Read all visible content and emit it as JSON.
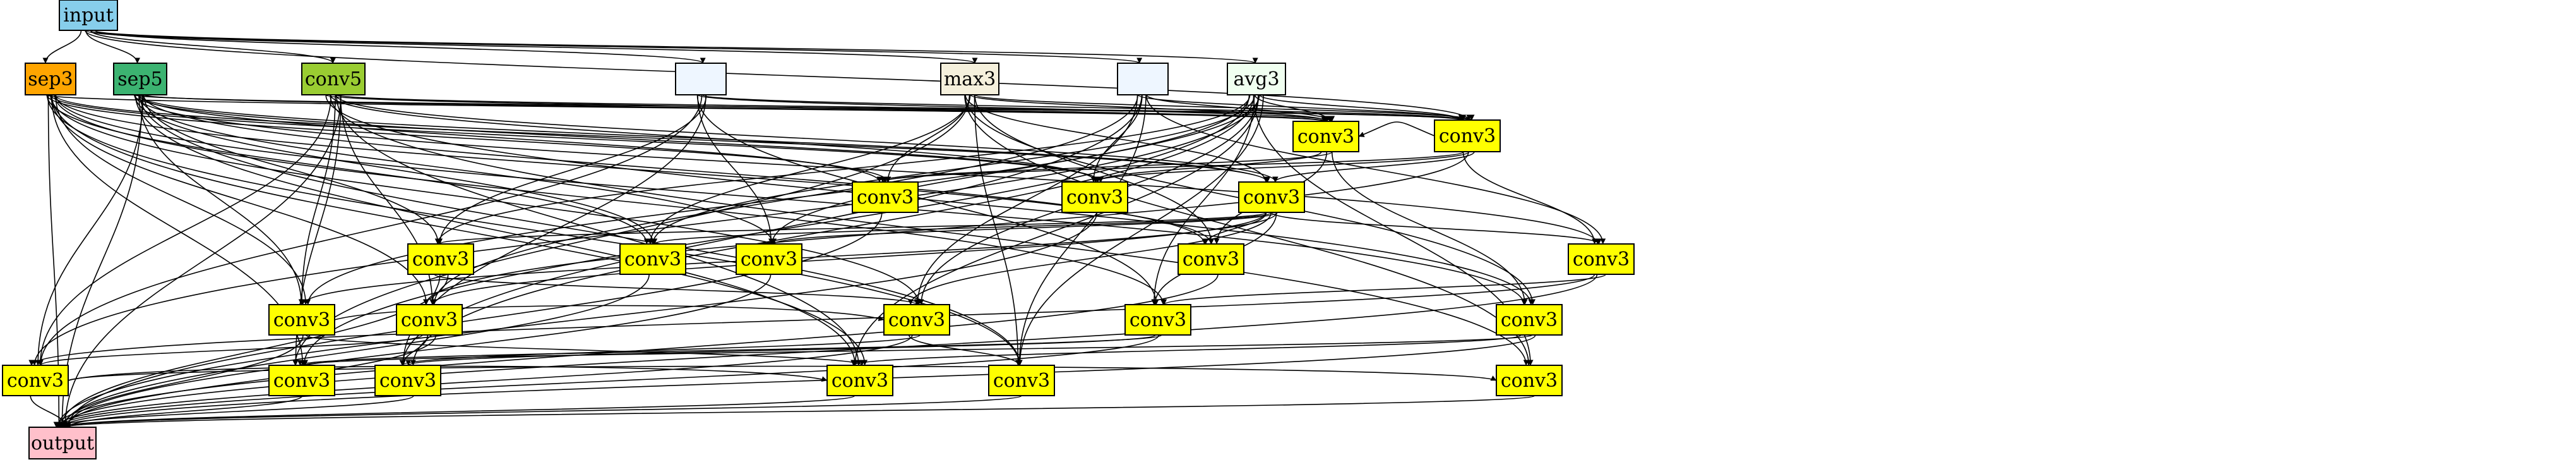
{
  "colors": {
    "input": "#87ceeb",
    "sep3": "#ffa500",
    "sep5": "#3cb371",
    "conv5": "#9acd32",
    "blank": "#eef6ff",
    "max3": "#f5f0dc",
    "avg3": "#f0fff0",
    "conv3": "#ffff00",
    "output": "#ffc0cb"
  },
  "nodes": [
    {
      "id": "input",
      "label": "input",
      "kind": "input"
    },
    {
      "id": "sep3",
      "label": "sep3",
      "kind": "sep3"
    },
    {
      "id": "sep5",
      "label": "sep5",
      "kind": "sep5"
    },
    {
      "id": "conv5",
      "label": "conv5",
      "kind": "conv5"
    },
    {
      "id": "b1",
      "label": "",
      "kind": "blank"
    },
    {
      "id": "max3",
      "label": "max3",
      "kind": "max3"
    },
    {
      "id": "b2",
      "label": "",
      "kind": "blank"
    },
    {
      "id": "avg3",
      "label": "avg3",
      "kind": "avg3"
    },
    {
      "id": "c1",
      "label": "conv3",
      "kind": "conv3"
    },
    {
      "id": "c2",
      "label": "conv3",
      "kind": "conv3"
    },
    {
      "id": "c3",
      "label": "conv3",
      "kind": "conv3"
    },
    {
      "id": "c4",
      "label": "conv3",
      "kind": "conv3"
    },
    {
      "id": "c5",
      "label": "conv3",
      "kind": "conv3"
    },
    {
      "id": "c6",
      "label": "conv3",
      "kind": "conv3"
    },
    {
      "id": "c7",
      "label": "conv3",
      "kind": "conv3"
    },
    {
      "id": "c8",
      "label": "conv3",
      "kind": "conv3"
    },
    {
      "id": "c9",
      "label": "conv3",
      "kind": "conv3"
    },
    {
      "id": "c10",
      "label": "conv3",
      "kind": "conv3"
    },
    {
      "id": "c11",
      "label": "conv3",
      "kind": "conv3"
    },
    {
      "id": "c12",
      "label": "conv3",
      "kind": "conv3"
    },
    {
      "id": "c13",
      "label": "conv3",
      "kind": "conv3"
    },
    {
      "id": "c14",
      "label": "conv3",
      "kind": "conv3"
    },
    {
      "id": "c15",
      "label": "conv3",
      "kind": "conv3"
    },
    {
      "id": "c16",
      "label": "conv3",
      "kind": "conv3"
    },
    {
      "id": "c17",
      "label": "conv3",
      "kind": "conv3"
    },
    {
      "id": "c18",
      "label": "conv3",
      "kind": "conv3"
    },
    {
      "id": "c19",
      "label": "conv3",
      "kind": "conv3"
    },
    {
      "id": "c20",
      "label": "conv3",
      "kind": "conv3"
    },
    {
      "id": "c21",
      "label": "conv3",
      "kind": "conv3"
    },
    {
      "id": "output",
      "label": "output",
      "kind": "output"
    }
  ],
  "edges": [
    [
      "input",
      "sep3"
    ],
    [
      "input",
      "sep5"
    ],
    [
      "input",
      "conv5"
    ],
    [
      "input",
      "b1"
    ],
    [
      "input",
      "max3"
    ],
    [
      "input",
      "b2"
    ],
    [
      "input",
      "avg3"
    ],
    [
      "input",
      "c2"
    ],
    [
      "sep3",
      "c19"
    ],
    [
      "sep3",
      "c15"
    ],
    [
      "sep3",
      "c20"
    ],
    [
      "sep3",
      "c17"
    ],
    [
      "sep3",
      "c11"
    ],
    [
      "sep3",
      "c7"
    ],
    [
      "sep3",
      "c12"
    ],
    [
      "sep3",
      "c9"
    ],
    [
      "sep3",
      "c3"
    ],
    [
      "sep3",
      "c4"
    ],
    [
      "sep3",
      "c5"
    ],
    [
      "sep3",
      "c1"
    ],
    [
      "sep3",
      "c13"
    ],
    [
      "sep3",
      "c14"
    ],
    [
      "sep5",
      "c19"
    ],
    [
      "sep5",
      "c20"
    ],
    [
      "sep5",
      "c1"
    ],
    [
      "sep5",
      "c2"
    ],
    [
      "sep5",
      "c3"
    ],
    [
      "sep5",
      "c6"
    ],
    [
      "sep5",
      "c7"
    ],
    [
      "sep5",
      "c8"
    ],
    [
      "sep5",
      "c9"
    ],
    [
      "sep5",
      "c10"
    ],
    [
      "sep5",
      "c11"
    ],
    [
      "sep5",
      "c16"
    ],
    [
      "sep5",
      "c4"
    ],
    [
      "sep5",
      "c5"
    ],
    [
      "conv5",
      "c19"
    ],
    [
      "conv5",
      "c15"
    ],
    [
      "conv5",
      "c16"
    ],
    [
      "conv5",
      "c2"
    ],
    [
      "conv5",
      "c1"
    ],
    [
      "conv5",
      "c4"
    ],
    [
      "conv5",
      "c5"
    ],
    [
      "conv5",
      "c17"
    ],
    [
      "conv5",
      "c21"
    ],
    [
      "conv5",
      "c11"
    ],
    [
      "conv5",
      "c12"
    ],
    [
      "b1",
      "c1"
    ],
    [
      "b1",
      "c2"
    ],
    [
      "b1",
      "c6"
    ],
    [
      "b1",
      "c8"
    ],
    [
      "b1",
      "c16"
    ],
    [
      "b1",
      "c18"
    ],
    [
      "b1",
      "c14"
    ],
    [
      "max3",
      "c1"
    ],
    [
      "max3",
      "c2"
    ],
    [
      "max3",
      "c5"
    ],
    [
      "max3",
      "c7"
    ],
    [
      "max3",
      "c9"
    ],
    [
      "max3",
      "c15"
    ],
    [
      "max3",
      "c17"
    ],
    [
      "max3",
      "c20"
    ],
    [
      "max3",
      "c21"
    ],
    [
      "max3",
      "c3"
    ],
    [
      "b2",
      "c1"
    ],
    [
      "b2",
      "c2"
    ],
    [
      "b2",
      "c4"
    ],
    [
      "b2",
      "c10"
    ],
    [
      "b2",
      "c12"
    ],
    [
      "b2",
      "c18"
    ],
    [
      "b2",
      "c20"
    ],
    [
      "b2",
      "c13"
    ],
    [
      "avg3",
      "c1"
    ],
    [
      "avg3",
      "c2"
    ],
    [
      "avg3",
      "c6"
    ],
    [
      "avg3",
      "c7"
    ],
    [
      "avg3",
      "c8"
    ],
    [
      "avg3",
      "c11"
    ],
    [
      "avg3",
      "c14"
    ],
    [
      "avg3",
      "c16"
    ],
    [
      "avg3",
      "c17"
    ],
    [
      "avg3",
      "c18"
    ],
    [
      "avg3",
      "c19"
    ],
    [
      "avg3",
      "c20"
    ],
    [
      "avg3",
      "c21"
    ],
    [
      "avg3",
      "c13"
    ],
    [
      "c2",
      "c1"
    ],
    [
      "c2",
      "c3"
    ],
    [
      "c2",
      "c4"
    ],
    [
      "c2",
      "c5"
    ],
    [
      "c2",
      "c10"
    ],
    [
      "c2",
      "c12"
    ],
    [
      "c1",
      "c3"
    ],
    [
      "c1",
      "c4"
    ],
    [
      "c1",
      "c9"
    ],
    [
      "c1",
      "c15"
    ],
    [
      "c5",
      "c6"
    ],
    [
      "c5",
      "c7"
    ],
    [
      "c5",
      "c8"
    ],
    [
      "c5",
      "c9"
    ],
    [
      "c5",
      "c10"
    ],
    [
      "c5",
      "c11"
    ],
    [
      "c5",
      "c12"
    ],
    [
      "c5",
      "c13"
    ],
    [
      "c5",
      "c14"
    ],
    [
      "c6",
      "c13"
    ],
    [
      "c6",
      "c12"
    ],
    [
      "c10",
      "c14"
    ],
    [
      "c10",
      "c16"
    ],
    [
      "c11",
      "c13"
    ],
    [
      "c11",
      "c19"
    ],
    [
      "c12",
      "c16"
    ],
    [
      "c12",
      "c18"
    ],
    [
      "c14",
      "c17"
    ],
    [
      "c16",
      "c19"
    ],
    [
      "c16",
      "c21"
    ],
    [
      "c13",
      "c18"
    ],
    [
      "c13",
      "c20"
    ],
    [
      "c14",
      "c18"
    ],
    [
      "c15",
      "c17"
    ],
    [
      "c15",
      "c19"
    ],
    [
      "sep3",
      "output"
    ],
    [
      "sep5",
      "output"
    ],
    [
      "conv5",
      "output"
    ],
    [
      "c3",
      "output"
    ],
    [
      "c4",
      "output"
    ],
    [
      "c6",
      "output"
    ],
    [
      "c7",
      "output"
    ],
    [
      "c8",
      "output"
    ],
    [
      "c9",
      "output"
    ],
    [
      "c10",
      "output"
    ],
    [
      "c11",
      "output"
    ],
    [
      "c12",
      "output"
    ],
    [
      "c13",
      "output"
    ],
    [
      "c14",
      "output"
    ],
    [
      "c15",
      "output"
    ],
    [
      "c16",
      "output"
    ],
    [
      "c17",
      "output"
    ],
    [
      "c18",
      "output"
    ],
    [
      "c19",
      "output"
    ],
    [
      "c20",
      "output"
    ],
    [
      "c21",
      "output"
    ]
  ]
}
